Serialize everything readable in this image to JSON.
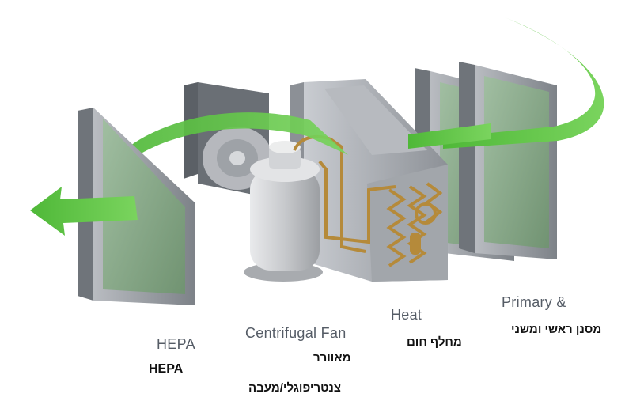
{
  "colors": {
    "airflow_arrow": "#5cc441",
    "filter_frame": "#8e9399",
    "filter_media": "#8fb28f",
    "copper_pipe": "#b58a3a",
    "housing": "#a7aab0"
  },
  "components": [
    {
      "id": "hepa",
      "english": "HEPA",
      "hebrew": "HEPA"
    },
    {
      "id": "fan",
      "english": "Centrifugal Fan",
      "hebrew_line1": "מאוורר",
      "hebrew_line2": "צנטריפוגלי/מעבה"
    },
    {
      "id": "heat",
      "english": "Heat",
      "hebrew": "מחלף חום"
    },
    {
      "id": "primary",
      "english": "Primary &",
      "hebrew": "מסנן ראשי ומשני"
    }
  ]
}
